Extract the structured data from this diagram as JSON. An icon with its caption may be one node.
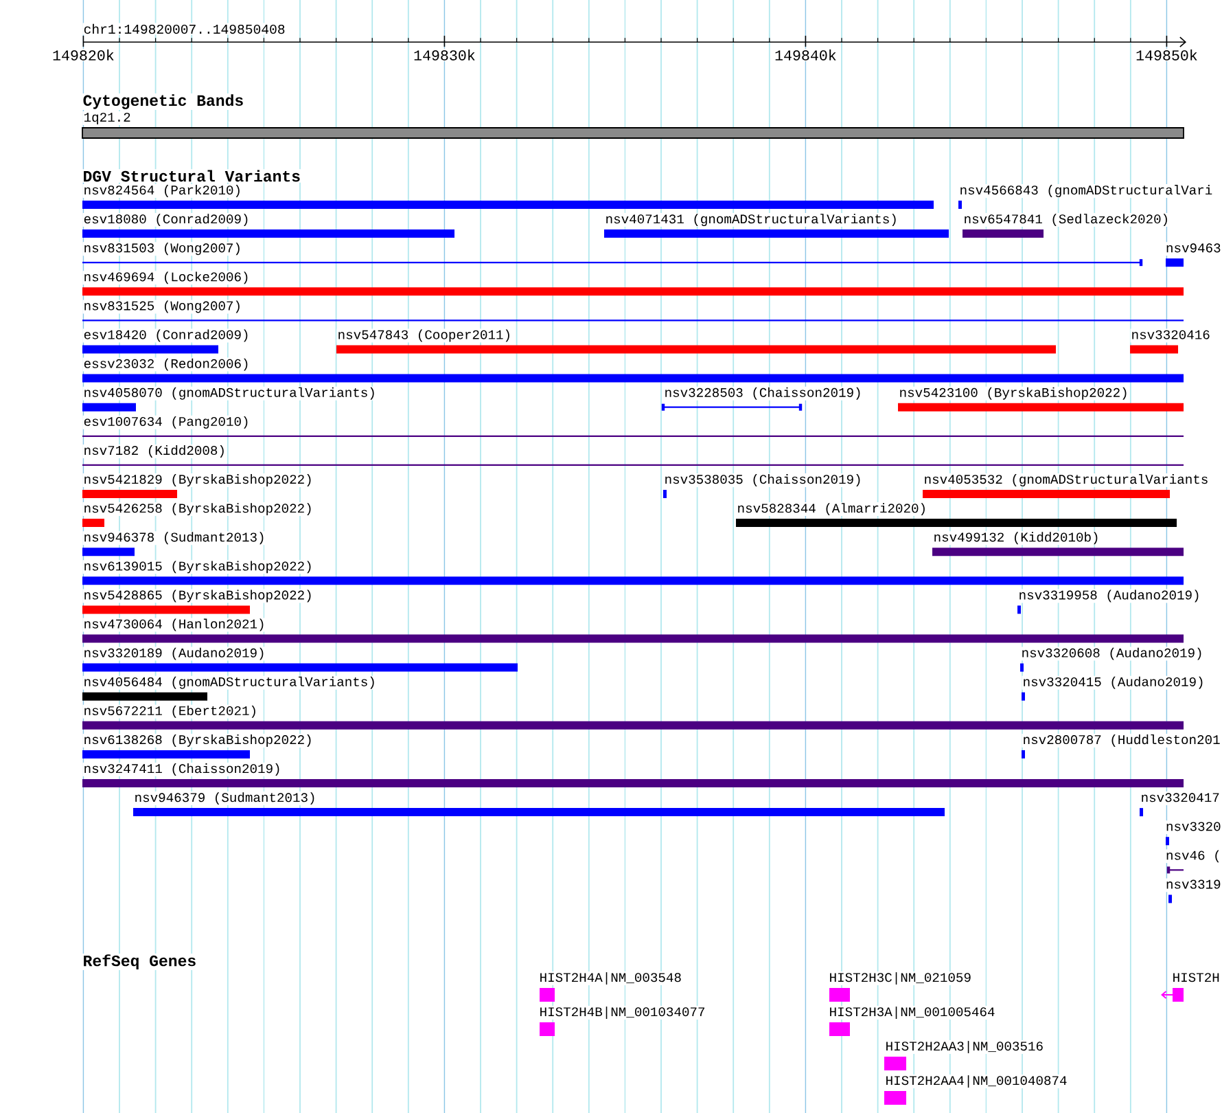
{
  "diagram": {
    "nodes": [
      {
        "text": [
          "1q21.2"
        ]
      },
      {
        "text": [
          "nsv824564 (Park2010)"
        ]
      },
      {
        "text": [
          "nsv4566843 (gnomADStructuralVari"
        ]
      },
      {
        "text": [
          "esv18080 (Conrad2009)"
        ]
      },
      {
        "text": [
          "nsv4071431 (gnomADStructuralVariants)"
        ]
      },
      {
        "text": [
          "nsv6547841 (Sedlazeck2020)"
        ]
      },
      {
        "text": [
          "nsv831503 (Wong2007)"
        ]
      },
      {
        "text": [
          "nsv9463"
        ]
      },
      {
        "text": [
          "nsv469694 (Locke2006)"
        ]
      },
      {
        "text": [
          "nsv831525 (Wong2007)"
        ]
      },
      {
        "text": [
          "esv18420 (Conrad2009)"
        ]
      },
      {
        "text": [
          "nsv547843 (Cooper2011)"
        ]
      },
      {
        "text": [
          "nsv3320416"
        ]
      },
      {
        "text": [
          "essv23032 (Redon2006)"
        ]
      },
      {
        "text": [
          "nsv4058070 (gnomADStructuralVariants)"
        ]
      },
      {
        "text": [
          "nsv3228503 (Chaisson2019)"
        ]
      },
      {
        "text": [
          "nsv5423100 (ByrskaBishop2022)"
        ]
      },
      {
        "text": [
          "esv1007634 (Pang2010)"
        ]
      },
      {
        "text": [
          "nsv7182 (Kidd2008)"
        ]
      },
      {
        "text": [
          "nsv5421829 (ByrskaBishop2022)"
        ]
      },
      {
        "text": [
          "nsv3538035 (Chaisson2019)"
        ]
      },
      {
        "text": [
          "nsv4053532 (gnomADStructuralVariants"
        ]
      },
      {
        "text": [
          "nsv5426258 (ByrskaBishop2022)"
        ]
      },
      {
        "text": [
          "nsv5828344 (Almarri2020)"
        ]
      },
      {
        "text": [
          "nsv946378 (Sudmant2013)"
        ]
      },
      {
        "text": [
          "nsv499132 (Kidd2010b)"
        ]
      },
      {
        "text": [
          "nsv6139015 (ByrskaBishop2022)"
        ]
      },
      {
        "text": [
          "nsv5428865 (ByrskaBishop2022)"
        ]
      },
      {
        "text": [
          "nsv3319958 (Audano2019)"
        ]
      },
      {
        "text": [
          "nsv4730064 (Hanlon2021)"
        ]
      },
      {
        "text": [
          "nsv3320189 (Audano2019)"
        ]
      },
      {
        "text": [
          "nsv3320608 (Audano2019)"
        ]
      },
      {
        "text": [
          "nsv4056484 (gnomADStructuralVariants)"
        ]
      },
      {
        "text": [
          "nsv3320415 (Audano2019)"
        ]
      },
      {
        "text": [
          "nsv5672211 (Ebert2021)"
        ]
      },
      {
        "text": [
          "nsv6138268 (ByrskaBishop2022)"
        ]
      },
      {
        "text": [
          "nsv2800787 (Huddleston201"
        ]
      },
      {
        "text": [
          "nsv3247411 (Chaisson2019)"
        ]
      },
      {
        "text": [
          "nsv946379 (Sudmant2013)"
        ]
      },
      {
        "text": [
          "nsv3320417"
        ]
      },
      {
        "text": [
          "nsv3320"
        ]
      },
      {
        "text": [
          "nsv46 ("
        ]
      },
      {
        "text": [
          "nsv3319"
        ]
      },
      {
        "text": [
          "HIST2H4A|NM_003548"
        ]
      },
      {
        "text": [
          "HIST2H3C|NM_021059"
        ]
      },
      {
        "text": [
          "HIST2H"
        ]
      },
      {
        "text": [
          "HIST2H4B|NM_001034077"
        ]
      },
      {
        "text": [
          "HIST2H3A|NM_001005464"
        ]
      },
      {
        "text": [
          "HIST2H2AA3|NM_003516"
        ]
      },
      {
        "text": [
          "HIST2H2AA4|NM_001040874"
        ]
      }
    ],
    "labels": [
      "chr1:149820007..149850408",
      "149820k",
      "149830k",
      "149840k",
      "149850k",
      "Cytogenetic Bands",
      "DGV Structural Variants",
      "RefSeq Genes"
    ]
  }
}
